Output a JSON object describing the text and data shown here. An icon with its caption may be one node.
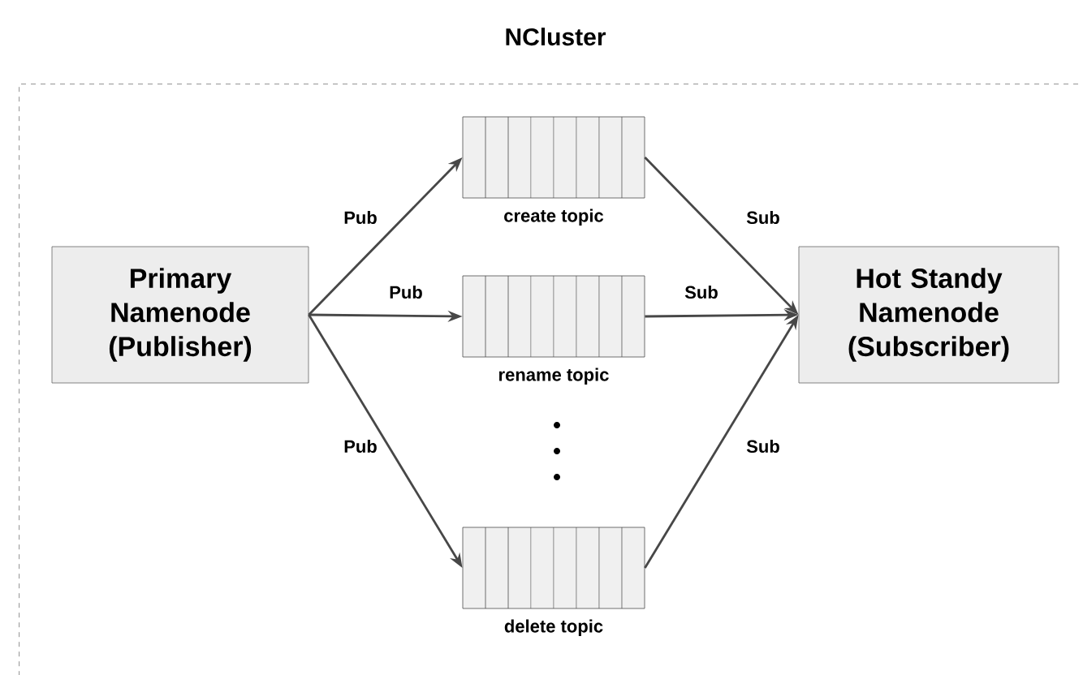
{
  "diagram": {
    "nodes": [
      {
        "text": [
          "NCluster"
        ]
      },
      {
        "text": [
          "Primary Namenode (Publisher)"
        ],
        "in": 0
      },
      {
        "text": [
          "create topic"
        ],
        "in": 0
      },
      {
        "text": [
          "rename topic"
        ],
        "in": 0
      },
      {
        "text": [
          "delete topic"
        ],
        "in": 0
      },
      {
        "text": [
          "Hot Standy Namenode (Subscriber)"
        ],
        "in": 0
      }
    ],
    "edges": [
      {
        "from": 1,
        "to": 2,
        "arrow": "to",
        "label": "Pub"
      },
      {
        "from": 1,
        "to": 3,
        "arrow": "to",
        "label": "Pub"
      },
      {
        "from": 1,
        "to": 4,
        "arrow": "to",
        "label": "Pub"
      },
      {
        "from": 2,
        "to": 5,
        "arrow": "to",
        "label": "Sub"
      },
      {
        "from": 3,
        "to": 5,
        "arrow": "to",
        "label": "Sub"
      },
      {
        "from": 4,
        "to": 5,
        "arrow": "to",
        "label": "Sub"
      }
    ]
  }
}
